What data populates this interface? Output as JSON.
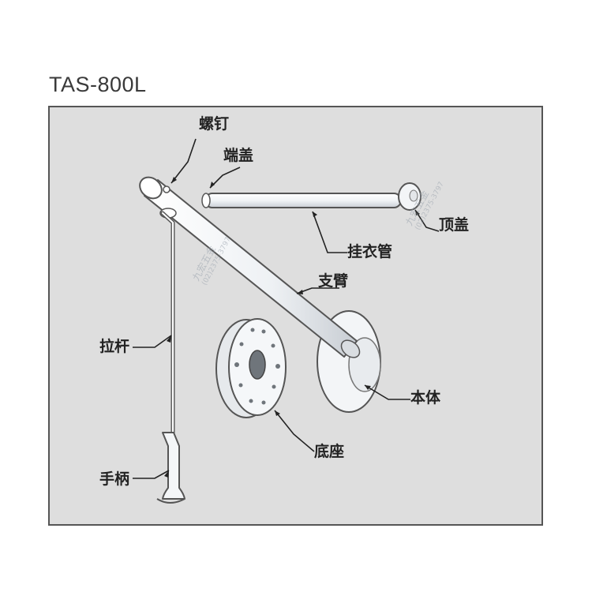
{
  "diagram": {
    "model": "TAS-800L",
    "labels": {
      "screw": "螺钉",
      "end_cap": "端盖",
      "top_cap": "顶盖",
      "hanging_rod": "挂衣管",
      "support_arm": "支臂",
      "pull_rod": "拉杆",
      "body": "本体",
      "base": "底座",
      "handle": "手柄"
    },
    "watermark": {
      "text": "九宏五金",
      "phone": "(02)2375-3797"
    },
    "colors": {
      "panel": "#dedede",
      "part": "#f4f6f8",
      "outline": "#555555",
      "leader": "#222222"
    }
  }
}
